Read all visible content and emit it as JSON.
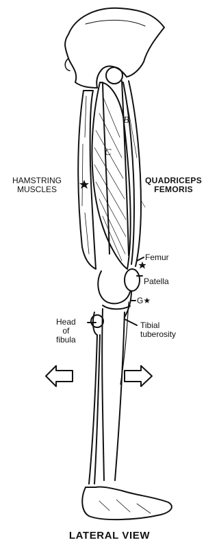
{
  "labels": {
    "hamstring": "HAMSTRING\nMUSCLES",
    "quadriceps": "QUADRICEPS\nFEMORIS",
    "femur": "Femur",
    "patella": "Patella",
    "g_marker": "G★",
    "head_of_fibula": "Head\nof\nfibula",
    "tibial_tuberosity": "Tibial\ntuberosity",
    "b_marker": "B",
    "c_marker": "C",
    "caption": "LATERAL VIEW"
  },
  "colors": {
    "ink": "#111111",
    "paper": "#ffffff"
  },
  "icons": {
    "left_arrow": "left-arrow-icon",
    "right_arrow": "right-arrow-icon"
  }
}
